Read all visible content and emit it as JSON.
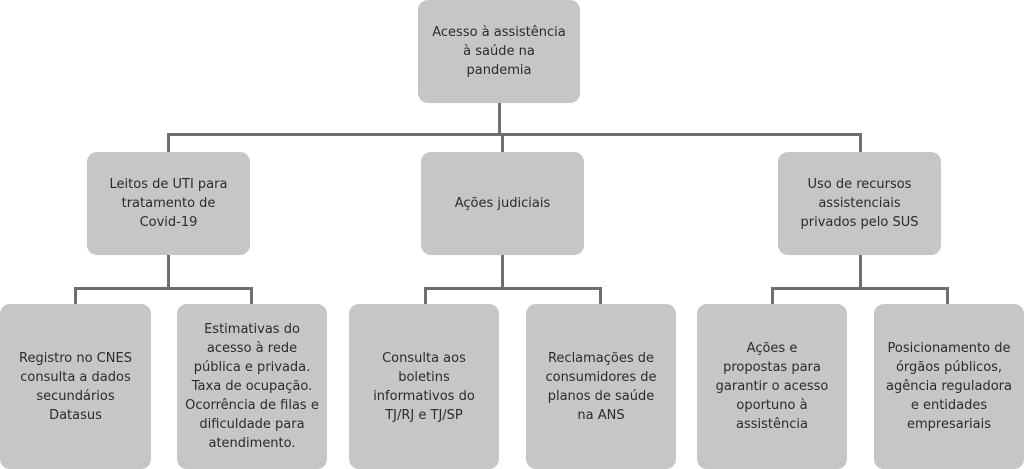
{
  "root": "Acesso à assistência à saúde na pandemia",
  "branches": [
    {
      "label": "Leitos de UTI para tratamento de Covid-19",
      "children": [
        "Registro no CNES consulta a dados secundários Datasus",
        "Estimativas do acesso à rede pública e privada. Taxa de ocupação. Ocorrência de filas e dificuldade para atendimento."
      ]
    },
    {
      "label": "Ações judiciais",
      "children": [
        "Consulta aos boletins informativos do TJ/RJ e TJ/SP",
        "Reclamações de consumidores de planos de saúde na ANS"
      ]
    },
    {
      "label": "Uso de recursos assistenciais privados pelo SUS",
      "children": [
        "Ações e propostas para garantir o acesso oportuno à assistência",
        "Posicionamento de órgãos públicos, agência reguladora e entidades empresariais"
      ]
    }
  ]
}
